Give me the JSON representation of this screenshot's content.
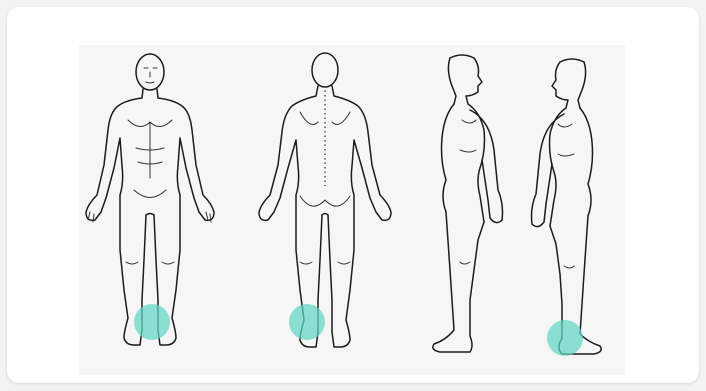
{
  "body_chart": {
    "views": [
      {
        "id": "front",
        "icon": "body-front-icon"
      },
      {
        "id": "back",
        "icon": "body-back-icon"
      },
      {
        "id": "right-side",
        "icon": "body-right-side-icon"
      },
      {
        "id": "left-side",
        "icon": "body-left-side-icon"
      }
    ],
    "markers": [
      {
        "view": "front",
        "region": "ankles"
      },
      {
        "view": "back",
        "region": "ankles"
      },
      {
        "view": "left-side",
        "region": "foot"
      }
    ],
    "colors": {
      "marker": "#5fd6c3",
      "line": "#1c1c1c",
      "background": "#f6f6f6"
    }
  }
}
